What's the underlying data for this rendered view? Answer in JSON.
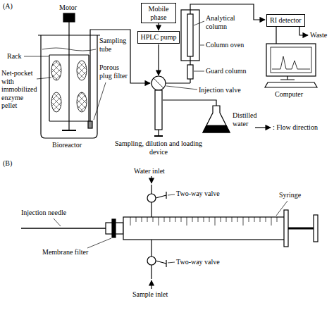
{
  "diagram": {
    "nodes": [
      {
        "text": [
          "Mobile phase"
        ]
      },
      {
        "text": [
          "HPLC pump"
        ]
      },
      {
        "text": [
          "RI detector"
        ]
      }
    ],
    "edges": [
      {
        "from": 0,
        "to": 1,
        "arrow": "to"
      }
    ],
    "labels": [
      "(A)",
      "Motor",
      "Rack",
      "Net-pocket with immobilized enzyme pellet",
      "Bioreactor",
      "Sampling tube",
      "Porous plug filter",
      "Analytical column",
      "Column oven",
      "Guard column",
      "Injection valve",
      "Distilled water",
      "Sampling, dilution and loading device",
      "Waste",
      "Computer",
      "(B)",
      "Injection needle",
      "Water inlet",
      "Two-way valve",
      "Syringe",
      "Membrane filter",
      "Two-way valve",
      "Sample inlet"
    ],
    "legend": [
      {
        "text": ": Flow direction"
      }
    ]
  }
}
